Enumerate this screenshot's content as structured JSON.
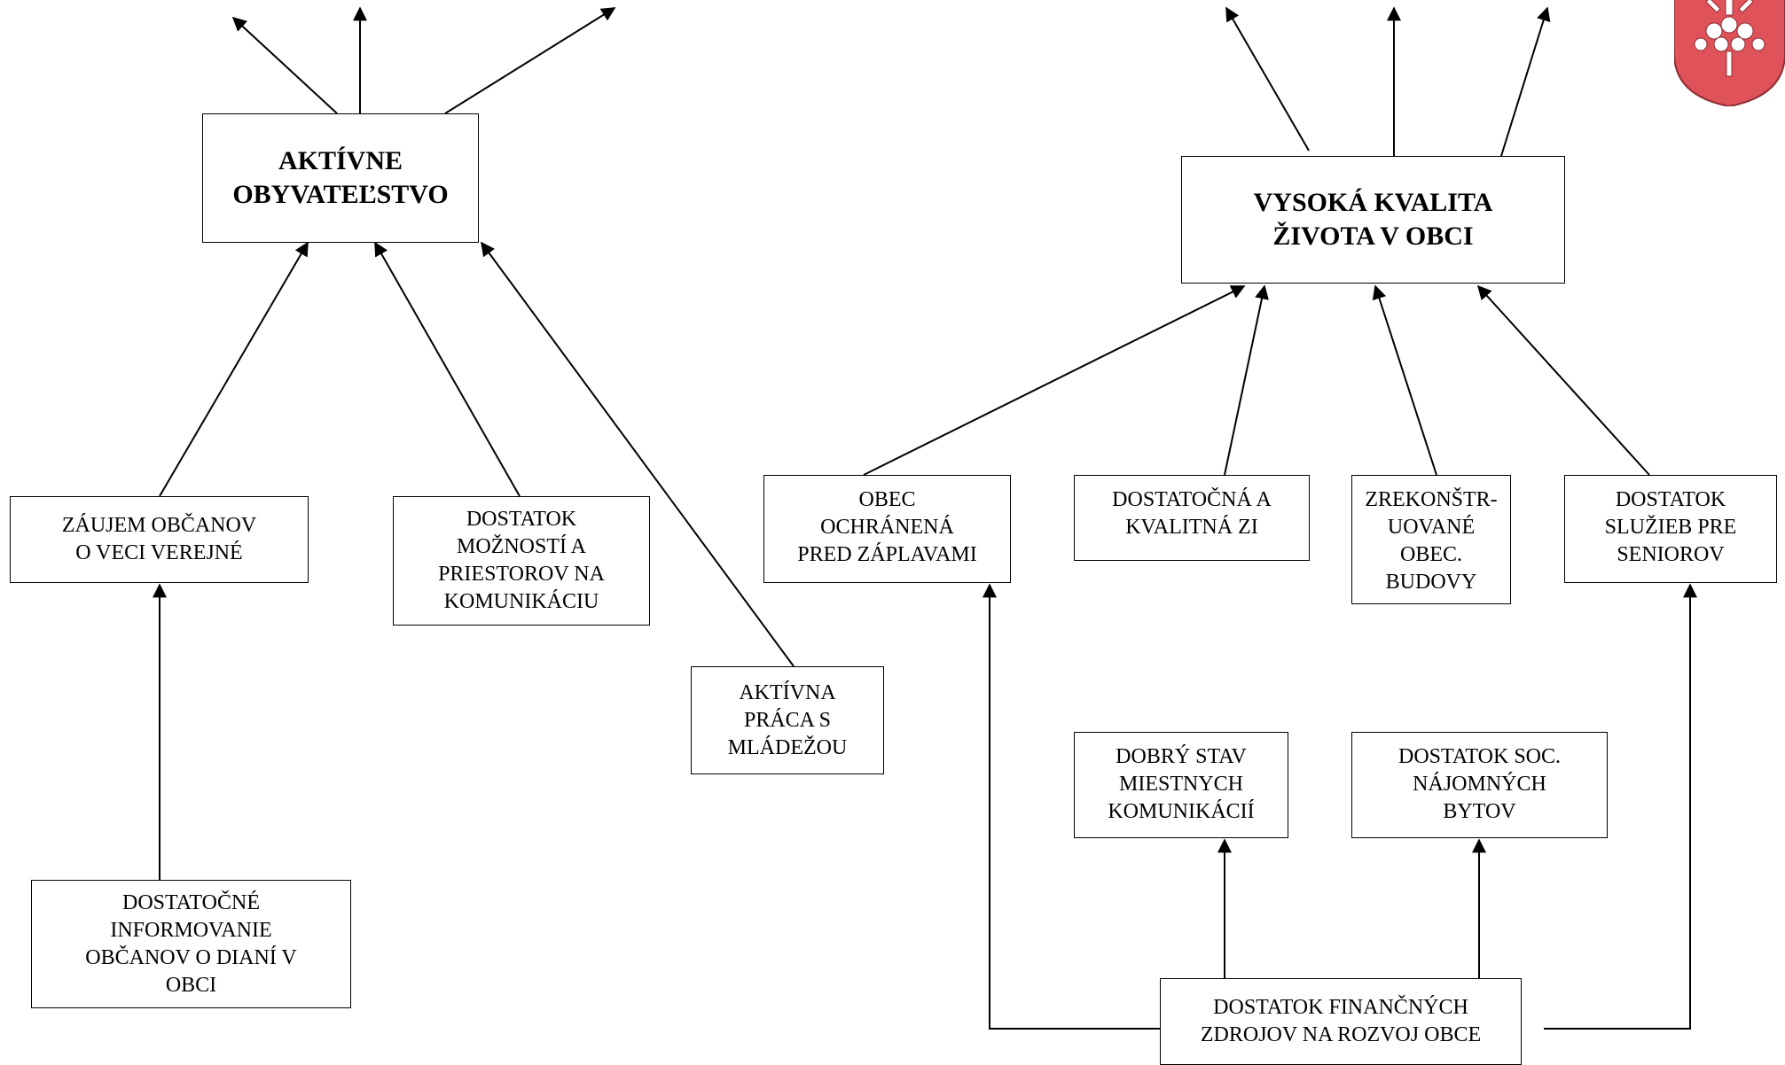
{
  "diagram": {
    "main_goals": [
      {
        "id": "aktivne",
        "label": "AKTÍVNE\nOBYVATEĽSTVO"
      },
      {
        "id": "kvalita",
        "label": "VYSOKÁ KVALITA\nŽIVOTA V OBCI"
      }
    ],
    "factors": [
      {
        "id": "zaujem",
        "label": "ZÁUJEM OBČANOV\nO VECI VEREJNÉ"
      },
      {
        "id": "dostatok_moznosti",
        "label": "DOSTATOK\nMOŽNOSTÍ A\nPRIESTOROV NA\nKOMUNIKÁCIU"
      },
      {
        "id": "aktivna_praca",
        "label": "AKTÍVNA\nPRÁCA  S\nMLÁDEŽOU"
      },
      {
        "id": "informovanie",
        "label": "DOSTATOČNÉ\nINFORMOVANIE\nOBČANOV O DIANÍ V\nOBCI"
      },
      {
        "id": "zaplavy",
        "label": "OBEC\nOCHRÁNENÁ\nPRED ZÁPLAVAMI"
      },
      {
        "id": "zi",
        "label": "DOSTATOČNÁ  A\nKVALITNÁ ZI"
      },
      {
        "id": "budovy",
        "label": "ZREKONŠTR-\nUOVANÉ\nOBEC.\nBUDOVY"
      },
      {
        "id": "seniori",
        "label": "DOSTATOK\nSLUŽIEB PRE\nSENIOROV"
      },
      {
        "id": "komunikacie",
        "label": "DOBRÝ STAV\nMIESTNYCH\nKOMUNIKÁCIÍ"
      },
      {
        "id": "byty",
        "label": "DOSTATOK SOC.\nNÁJOMNÝCH\nBYTOV"
      },
      {
        "id": "financie",
        "label": "DOSTATOK FINANČNÝCH\nZDROJOV NA ROZVOJ OBCE"
      }
    ],
    "connections": [
      {
        "from": "zaujem",
        "to": "aktivne"
      },
      {
        "from": "dostatok_moznosti",
        "to": "aktivne"
      },
      {
        "from": "aktivna_praca",
        "to": "aktivne"
      },
      {
        "from": "informovanie",
        "to": "zaujem"
      },
      {
        "from": "zaplavy",
        "to": "kvalita"
      },
      {
        "from": "zi",
        "to": "kvalita"
      },
      {
        "from": "budovy",
        "to": "kvalita"
      },
      {
        "from": "seniori",
        "to": "kvalita"
      },
      {
        "from": "financie",
        "to": "komunikacie"
      },
      {
        "from": "financie",
        "to": "byty"
      },
      {
        "from": "financie",
        "to": "zaplavy"
      },
      {
        "from": "financie",
        "to": "seniori"
      }
    ]
  },
  "crest": {
    "icon": "coat-of-arms-icon",
    "field_color": "#e0525a",
    "charge_color": "#ffffff",
    "outline_color": "#8c2d33"
  }
}
